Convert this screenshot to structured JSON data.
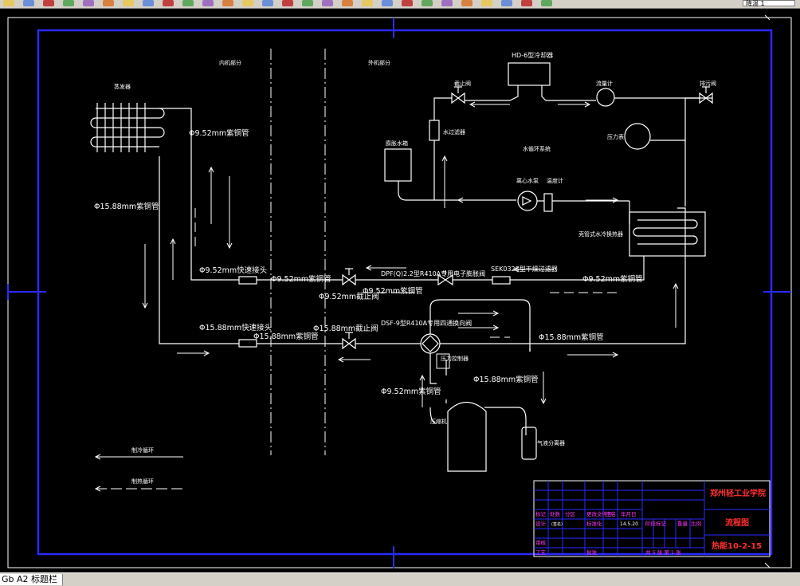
{
  "toolbar": {
    "icons": [
      "qnew-icon",
      "open-icon",
      "save-icon",
      "print-icon",
      "preview-icon",
      "publish-icon",
      "cut-icon",
      "copy-icon",
      "paste-icon",
      "match-prop-icon",
      "undo-icon",
      "redo-icon",
      "pan-icon",
      "zoom-realtime-icon",
      "zoom-window-icon",
      "zoom-previous-icon",
      "properties-icon",
      "design-center-icon",
      "tool-palettes-icon",
      "sheet-set-icon",
      "markup-icon",
      "calc-icon",
      "help-icon",
      "layer-manager-icon",
      "layer-state-icon",
      "layer-previous-icon",
      "color-icon",
      "linetype-icon"
    ],
    "layer_value": "降温 1"
  },
  "drawing": {
    "section_labels": {
      "indoor": "内机部分",
      "outdoor": "外机部分",
      "water_system": "水循环系统"
    },
    "components": {
      "evaporator": "蒸发器",
      "cooler_tank": "HD-6型冷却器",
      "stop_valve_top": "截止阀",
      "flow_meter": "流量计",
      "drain_valve": "排污阀",
      "pressure_gauge": "压力表",
      "water_filter": "水过滤器",
      "expansion_tank": "膨胀水箱",
      "pump": "离心水泵",
      "thermometer": "温度计",
      "plate_hx": "壳管式水冷换热器",
      "expansion_valve": "DPF(Q)2.2型R410A专用电子膨胀阀",
      "dryer": "SEK032S型干燥过滤器",
      "four_way_valve": "DSF-9型R410A专用四通换向阀",
      "pressure_controller": "压力控制器",
      "compressor": "压缩机",
      "gas_liquid_separator": "气液分离器"
    },
    "pipe_labels": {
      "p952_evap": "Φ9.52mm紫铜管",
      "p1588_left": "Φ15.88mm紫铜管",
      "p952_joint": "Φ9.52mm快速接头",
      "p952_mid": "Φ9.52mm紫铜管",
      "p952_valve": "Φ9.52mm截止阀",
      "p952_mid2": "Φ9.52mm紫铜管",
      "p952_right": "Φ9.52mm紫铜管",
      "p1588_joint": "Φ15.88mm快速接头",
      "p1588_mid": "Φ15.88mm紫铜管",
      "p1588_valve": "Φ15.88mm截止阀",
      "p1588_right": "Φ15.88mm紫铜管",
      "p1588_bottom": "Φ15.88mm紫铜管",
      "p952_bottom": "Φ9.52mm紫铜管"
    },
    "legend": {
      "cooling": "制冷循环",
      "heating": "制热循环"
    }
  },
  "title_block": {
    "school": "郑州轻工业学院",
    "drawing_name": "流程图",
    "drawing_no": "热能10-2-15",
    "headers": [
      "标记",
      "处数",
      "分区",
      "更改文件号",
      "签名",
      "年月日"
    ],
    "design_row": [
      "设计",
      "(签名)",
      "标准化"
    ],
    "date": "14.5.20",
    "stage_label": "阶段标记",
    "weight_label": "重量",
    "scale_label": "比例",
    "review": "审核",
    "process": "工艺",
    "approve": "批准",
    "sheet": "共 5 张 第 1 张"
  },
  "statusbar": {
    "layout_tab": "Gb A2 标题栏"
  }
}
